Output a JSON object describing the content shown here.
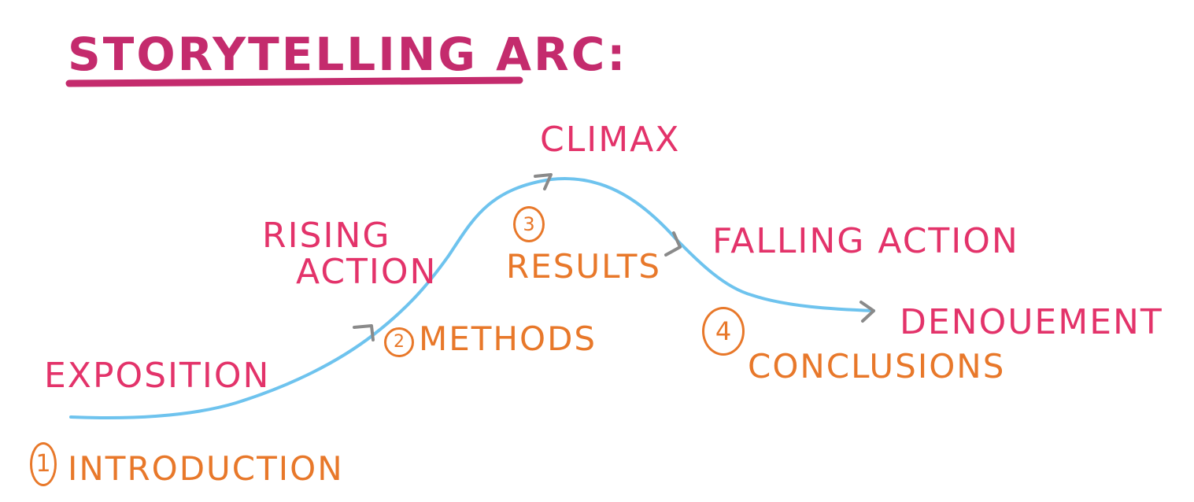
{
  "title": "STORYTELLING ARC:",
  "colors": {
    "title": "#c42b6d",
    "stage_labels": "#e3336a",
    "paper_parts": "#e8782a",
    "arc": "#6ec3ee",
    "arrows": "#8a8a8a"
  },
  "stages": {
    "exposition": "EXPOSITION",
    "rising_action": [
      "RISING",
      "ACTION"
    ],
    "climax": "CLIMAX",
    "falling_action": "FALLING ACTION",
    "denouement": "DENOUEMENT"
  },
  "paper_parts": {
    "introduction": {
      "number": "1",
      "label": "INTRODUCTION"
    },
    "methods": {
      "number": "2",
      "label": "METHODS"
    },
    "results": {
      "number": "3",
      "label": "RESULTS"
    },
    "conclusions": {
      "number": "4",
      "label": "CONCLUSIONS"
    }
  }
}
